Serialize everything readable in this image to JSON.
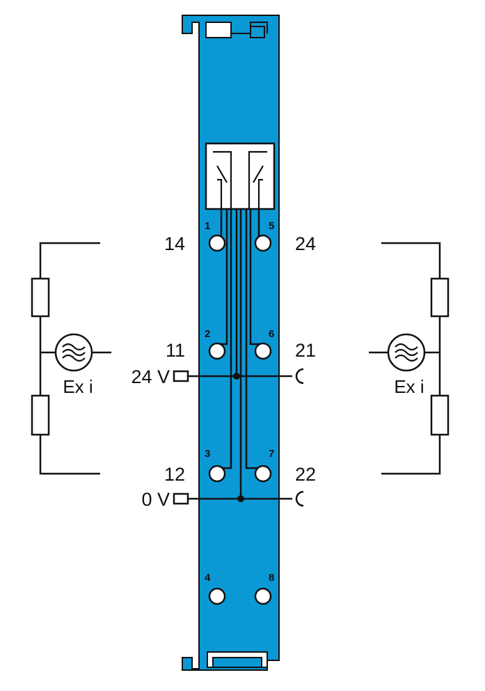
{
  "colors": {
    "module": "#0b99d6",
    "line": "#111111",
    "background": "#ffffff"
  },
  "terminals": {
    "t1": "1",
    "t2": "2",
    "t3": "3",
    "t4": "4",
    "t5": "5",
    "t6": "6",
    "t7": "7",
    "t8": "8"
  },
  "contacts": {
    "c14": "14",
    "c11": "11",
    "c12": "12",
    "c24": "24",
    "c21": "21",
    "c22": "22"
  },
  "supply": {
    "plus": "24 V",
    "zero": "0 V"
  },
  "circuits": {
    "left_label": "Ex i",
    "right_label": "Ex i"
  }
}
